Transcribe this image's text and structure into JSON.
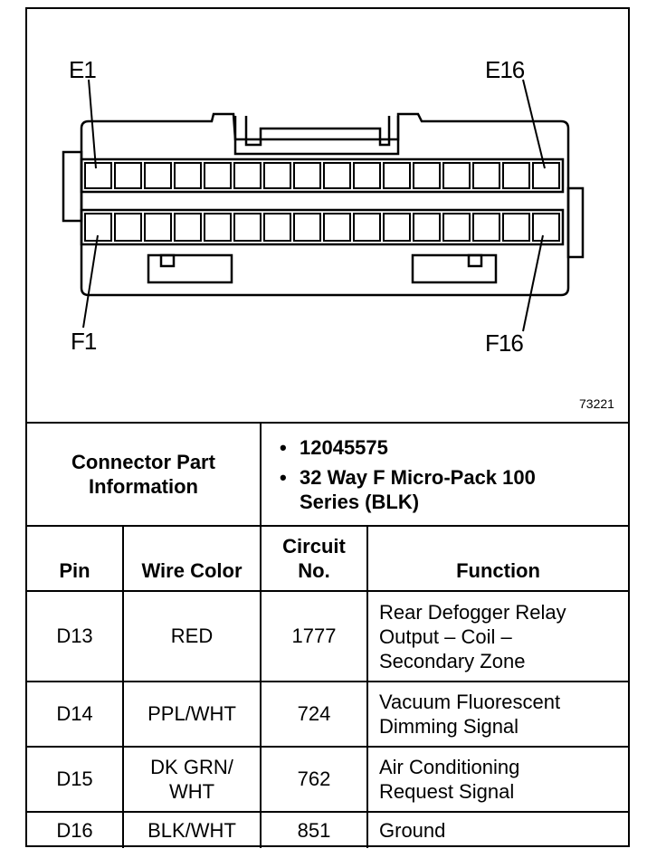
{
  "diagram": {
    "top_left_label": "E1",
    "top_right_label": "E16",
    "bottom_left_label": "F1",
    "bottom_right_label": "F16",
    "figure_number": "73221",
    "pins_per_row": 16
  },
  "connector_info": {
    "heading": "Connector Part Information",
    "items": [
      "12045575",
      "32 Way F Micro-Pack 100 Series (BLK)"
    ]
  },
  "table": {
    "headers": {
      "pin": "Pin",
      "wire_color": "Wire Color",
      "circuit_no": "Circuit No.",
      "function": "Function"
    },
    "rows": [
      {
        "pin": "D13",
        "wire_color": "RED",
        "circuit_no": "1777",
        "function": "Rear Defogger Relay Output – Coil – Secondary Zone"
      },
      {
        "pin": "D14",
        "wire_color": "PPL/WHT",
        "circuit_no": "724",
        "function": "Vacuum Fluorescent Dimming Signal"
      },
      {
        "pin": "D15",
        "wire_color": "DK GRN/ WHT",
        "circuit_no": "762",
        "function": "Air Conditioning Request Signal"
      },
      {
        "pin": "D16",
        "wire_color": "BLK/WHT",
        "circuit_no": "851",
        "function": "Ground"
      }
    ]
  }
}
